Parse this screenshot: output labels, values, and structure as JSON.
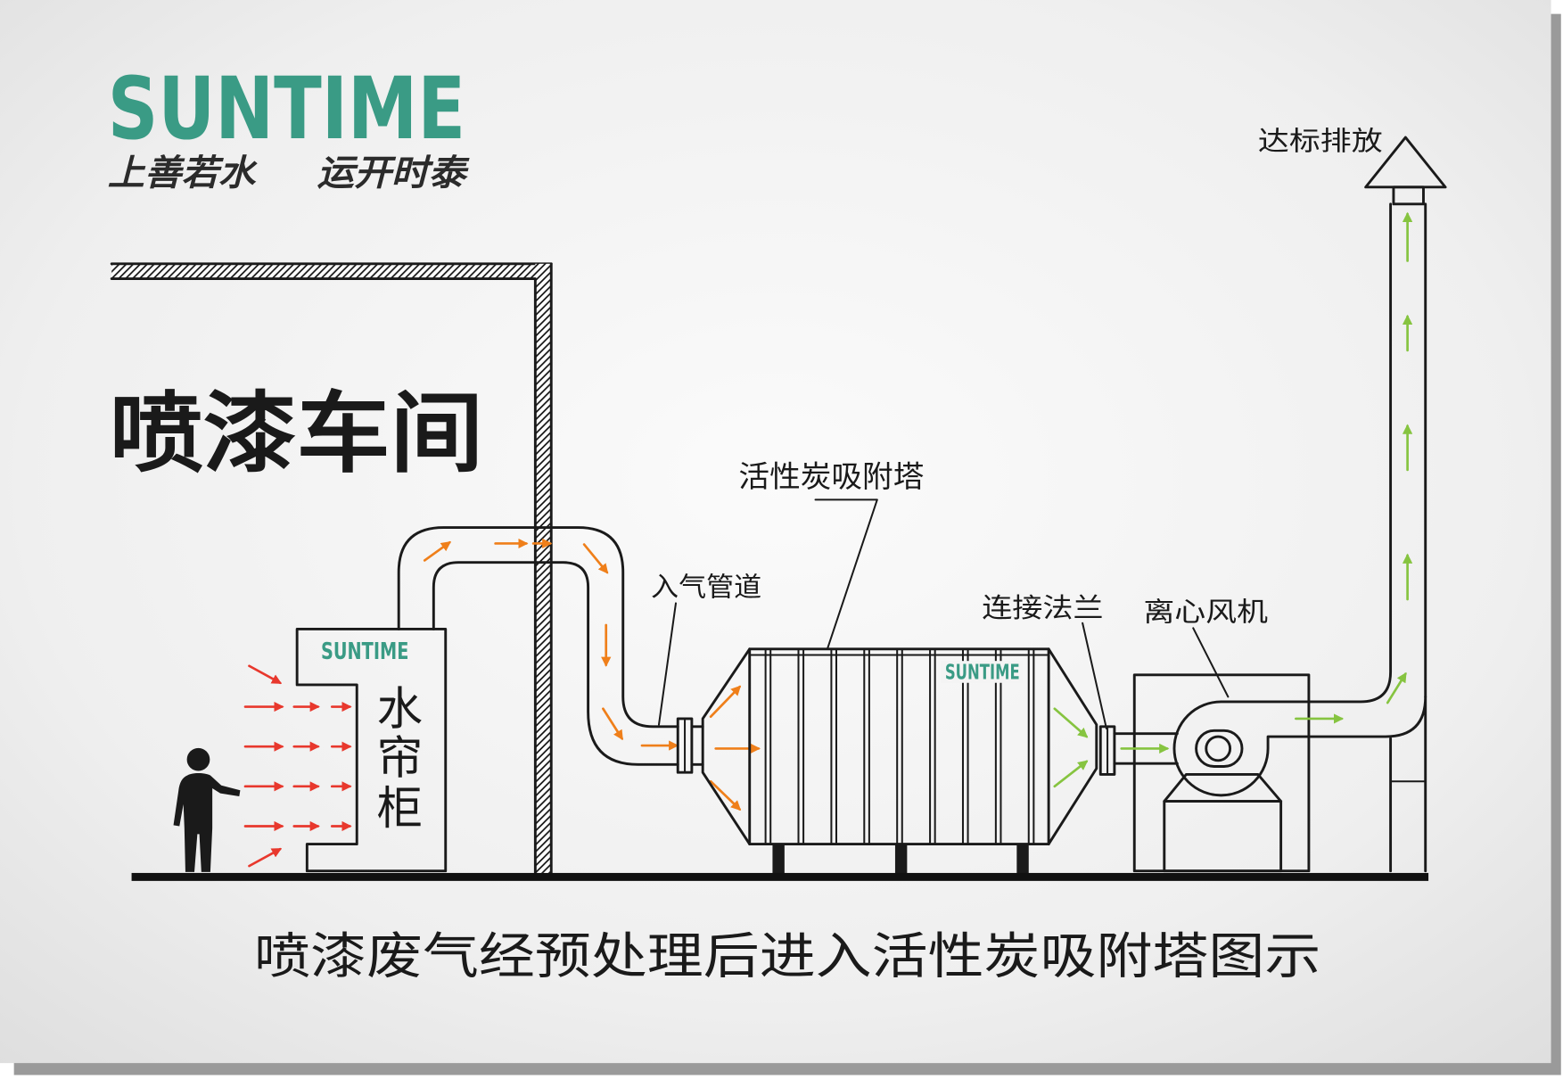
{
  "logo": {
    "brand": "SUNTIME",
    "slogan_left": "上善若水",
    "slogan_right": "运开时泰"
  },
  "workshop": {
    "label": "喷漆车间"
  },
  "water_curtain_cabinet": {
    "brand": "SUNTIME",
    "label_chars": [
      "水",
      "帘",
      "柜"
    ]
  },
  "tower": {
    "brand": "SUNTIME"
  },
  "callouts": {
    "carbon_tower": "活性炭吸附塔",
    "inlet_duct": "入气管道",
    "connecting_flange": "连接法兰",
    "centrifugal_fan": "离心风机",
    "compliant_discharge": "达标排放"
  },
  "caption": "喷漆废气经预处理后进入活性炭吸附塔图示",
  "colors": {
    "line": "#1a1a1a",
    "brand_teal": "#3a9b85",
    "raw_air_arrow": "#e8382d",
    "exhaust_air_arrow": "#ef7f1a",
    "clean_air_arrow": "#86c440"
  },
  "icons": {
    "operator": "person-silhouette-icon",
    "stack_cap": "rain-cap-icon"
  }
}
